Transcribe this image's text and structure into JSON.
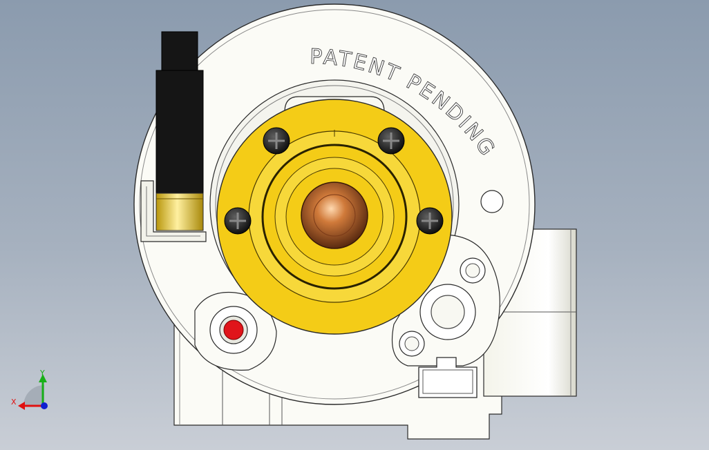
{
  "viewport": {
    "background_top": "#8b9bae",
    "background_bottom": "#c9ced6"
  },
  "model": {
    "embossed_text": "PATENT PENDING",
    "colors": {
      "housing": "#f8f8f2",
      "housing_shadow": "#e2e2d8",
      "flange": "#f4cc17",
      "flange_dark": "#c9a20e",
      "bearing": "#c2733a",
      "sensor_body": "#151515",
      "sensor_tip": "#e8c41a",
      "screw": "#1a1a1a",
      "red_plug": "#e0141a",
      "edge": "#2a2a2a"
    },
    "screws": [
      "screw-top-left",
      "screw-top-right",
      "screw-left",
      "screw-right"
    ]
  },
  "triad": {
    "x_label": "X",
    "y_label": "Y",
    "x_color": "#e01010",
    "y_color": "#18b018",
    "z_color": "#1020d0"
  }
}
